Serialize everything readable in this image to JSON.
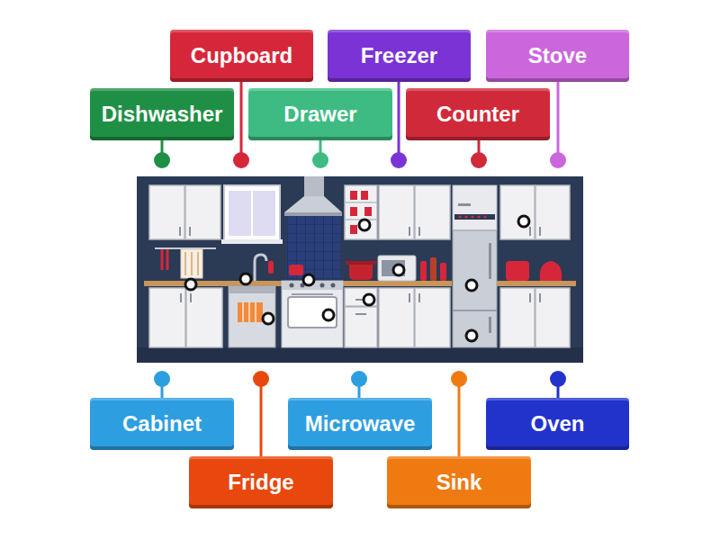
{
  "diagram": {
    "nodes": [
      {
        "text": [
          "Cupboard"
        ]
      },
      {
        "text": [
          "Freezer"
        ]
      },
      {
        "text": [
          "Stove"
        ]
      },
      {
        "text": [
          "Dishwasher"
        ]
      },
      {
        "text": [
          "Drawer"
        ]
      },
      {
        "text": [
          "Counter"
        ]
      },
      {
        "text": [
          "Cabinet"
        ]
      },
      {
        "text": [
          "Microwave"
        ]
      },
      {
        "text": [
          "Oven"
        ]
      },
      {
        "text": [
          "Fridge"
        ]
      },
      {
        "text": [
          "Sink"
        ]
      }
    ]
  }
}
